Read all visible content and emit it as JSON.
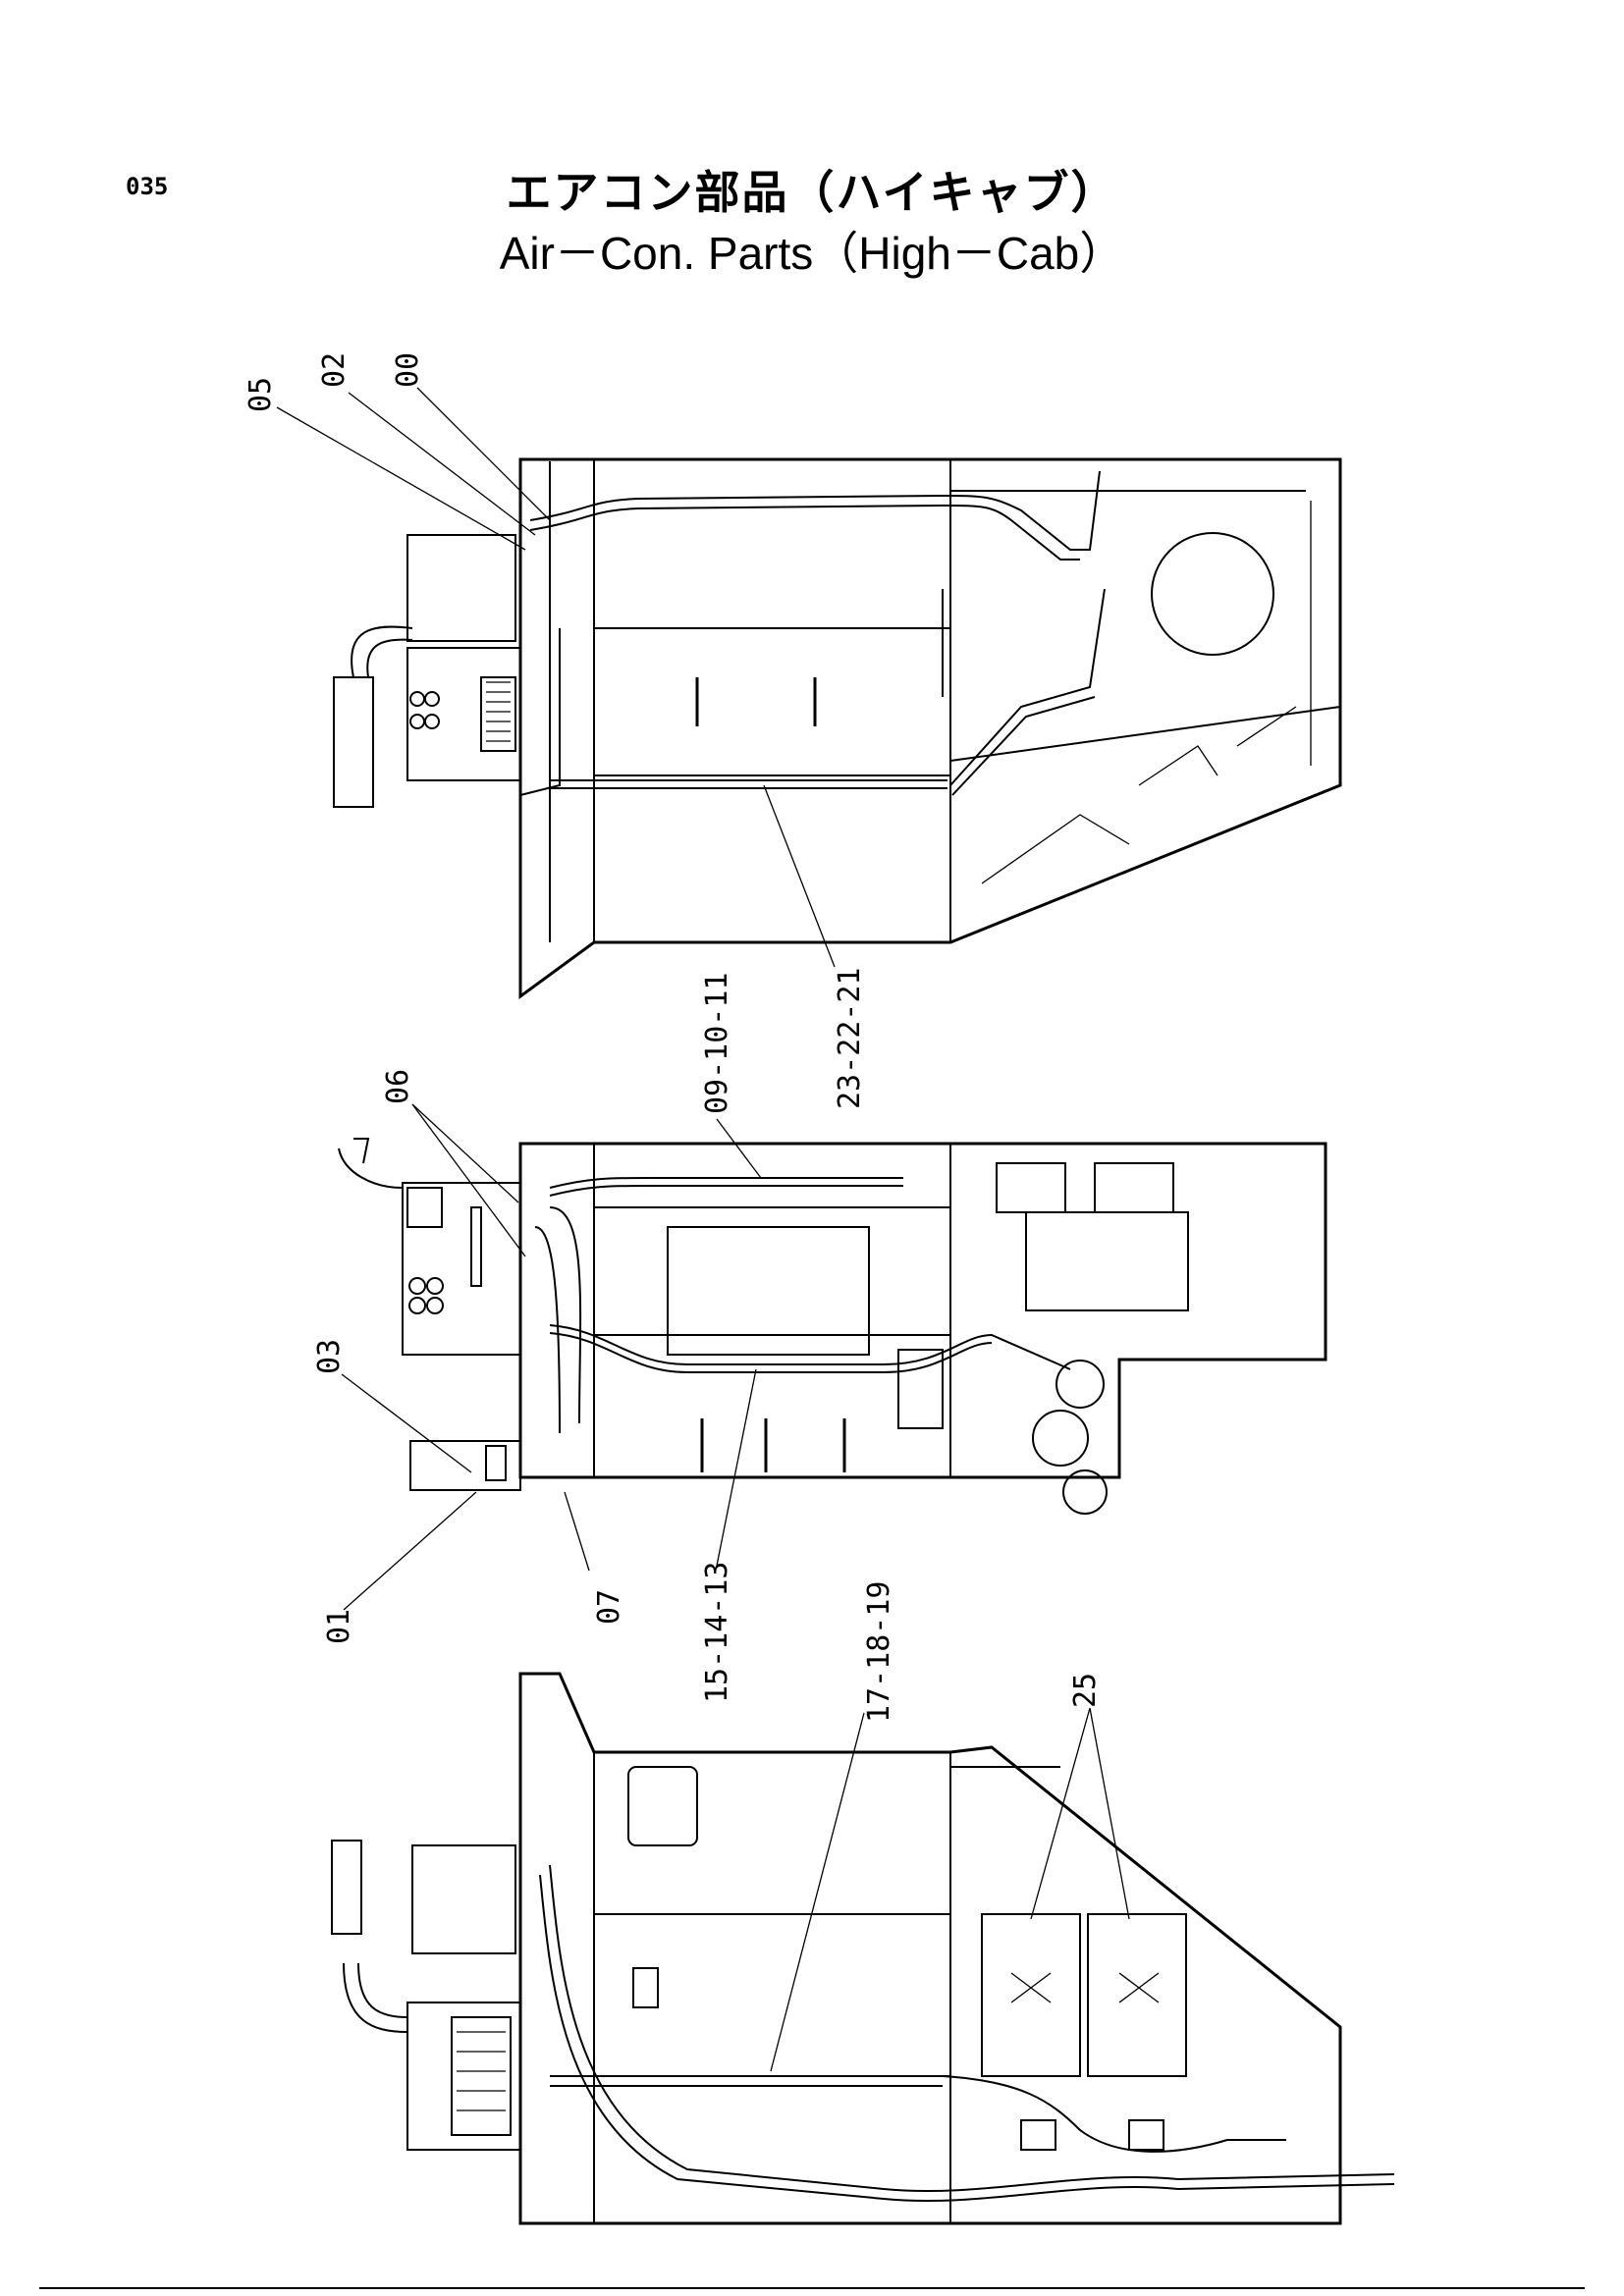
{
  "header": {
    "page_number": "035",
    "title_jp": "エアコン部品（ハイキャブ）",
    "title_en": "Air－Con. Parts（High－Cab）"
  },
  "callouts": {
    "c05": "05",
    "c02": "02",
    "c00": "00",
    "c06": "06",
    "c09_10_11": "09-10-11",
    "c23_22_21": "23-22-21",
    "c03": "03",
    "c01": "01",
    "c07": "07",
    "c15_14_13": "15-14-13",
    "c17_18_19": "17-18-19",
    "c25": "25"
  }
}
